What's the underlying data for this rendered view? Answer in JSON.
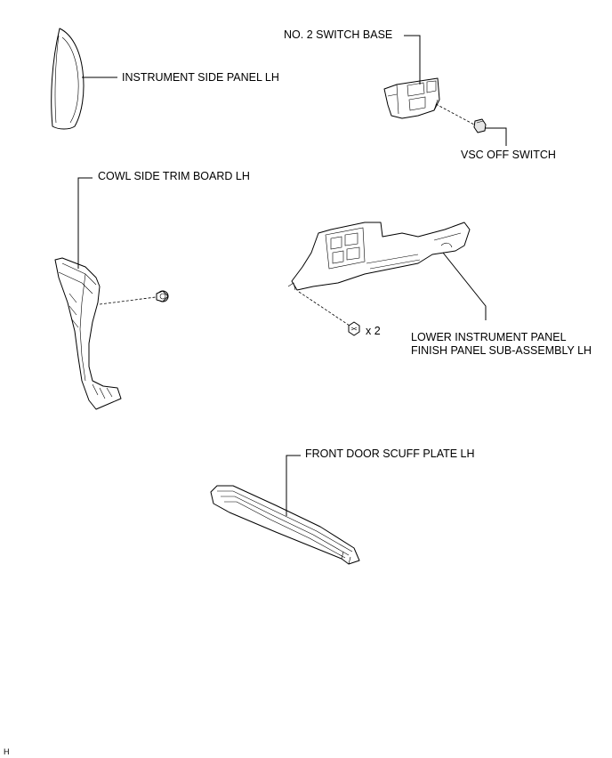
{
  "labels": {
    "instrument_side_panel": "INSTRUMENT SIDE PANEL LH",
    "no2_switch_base": "NO. 2 SWITCH BASE",
    "vsc_off_switch": "VSC OFF SWITCH",
    "cowl_side_trim_board": "COWL SIDE TRIM BOARD LH",
    "lower_panel_line1": "LOWER INSTRUMENT PANEL",
    "lower_panel_line2": "FINISH PANEL SUB-ASSEMBLY LH",
    "screw_qty": "x 2",
    "front_door_scuff_plate": "FRONT DOOR SCUFF PLATE LH",
    "corner_mark": "H"
  }
}
